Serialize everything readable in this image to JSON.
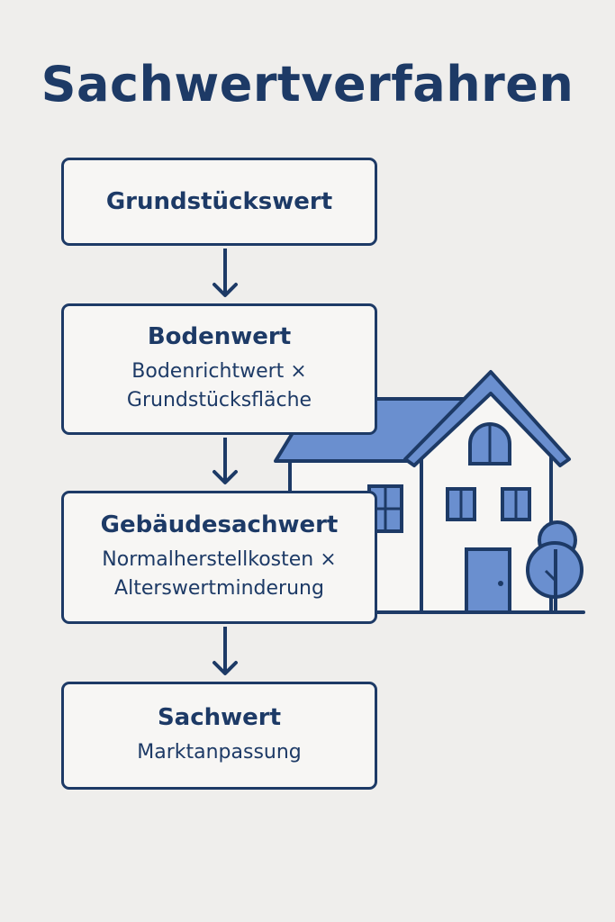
{
  "title": "Sachwertverfahren",
  "colors": {
    "primary": "#1d3a66",
    "accent": "#6a8fcf",
    "box_fill": "#f7f6f4",
    "background": "#efeeec"
  },
  "steps": [
    {
      "title": "Grundstückswert",
      "lines": []
    },
    {
      "title": "Bodenwert",
      "lines": [
        "Bodenrichtwert ×",
        "Grundstücksfläche"
      ]
    },
    {
      "title": "Gebäudesachwert",
      "lines": [
        "Normalherstellkosten ×",
        "Alterswertminderung"
      ]
    },
    {
      "title": "Sachwert",
      "lines": [
        "Marktanpassung"
      ]
    }
  ],
  "illustration": "house-icon"
}
